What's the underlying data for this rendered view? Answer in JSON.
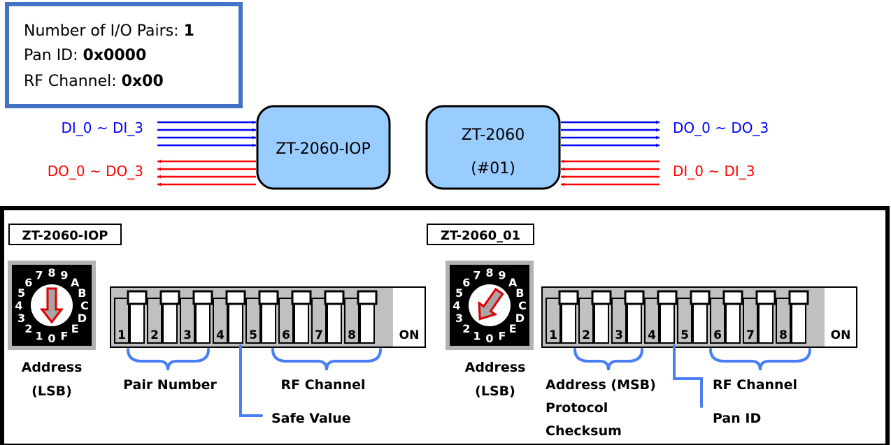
{
  "info_box": {
    "line1_label": "Number of I/O Pairs: ",
    "line1_value": "1",
    "line2_label": "Pan ID: ",
    "line2_value": "0x0000",
    "line3_label": "RF Channel: ",
    "line3_value": "0x00"
  },
  "top_diagram": {
    "iop_box_label": "ZT-2060-IOP",
    "slave_box_line1": "ZT-2060",
    "slave_box_line2": "(#01)",
    "left_inputs_label": "DI_0 ~ DI_3",
    "left_outputs_label": "DO_0 ~ DO_3",
    "right_outputs_label": "DO_0 ~ DO_3",
    "right_inputs_label": "DI_0 ~ DI_3"
  },
  "panel": {
    "left_title": "ZT-2060-IOP",
    "right_title": "ZT-2060_01",
    "rotary_digits": [
      "0",
      "1",
      "2",
      "3",
      "4",
      "5",
      "6",
      "7",
      "8",
      "9",
      "A",
      "B",
      "C",
      "D",
      "E",
      "F"
    ],
    "left_address_line1": "Address",
    "left_address_line2": "(LSB)",
    "right_address_line1": "Address",
    "right_address_line2": "(LSB)",
    "switch_numbers": [
      "1",
      "2",
      "3",
      "4",
      "5",
      "6",
      "7",
      "8"
    ],
    "on_label": "ON",
    "left_labels": {
      "pair_number": "Pair Number",
      "rf_channel": "RF Channel",
      "safe_value": "Safe Value"
    },
    "right_labels": {
      "address_msb": "Address (MSB)",
      "protocol": "Protocol",
      "checksum": "Checksum",
      "rf_channel": "RF Channel",
      "pan_id": "Pan ID"
    }
  },
  "colors": {
    "box_border": "#4472c4",
    "module_fill": "#99ccff",
    "input_arrow": "#0000ff",
    "output_arrow": "#ff0000",
    "bracket": "#4a7ef7",
    "switch_gray": "#c0c0c0"
  }
}
